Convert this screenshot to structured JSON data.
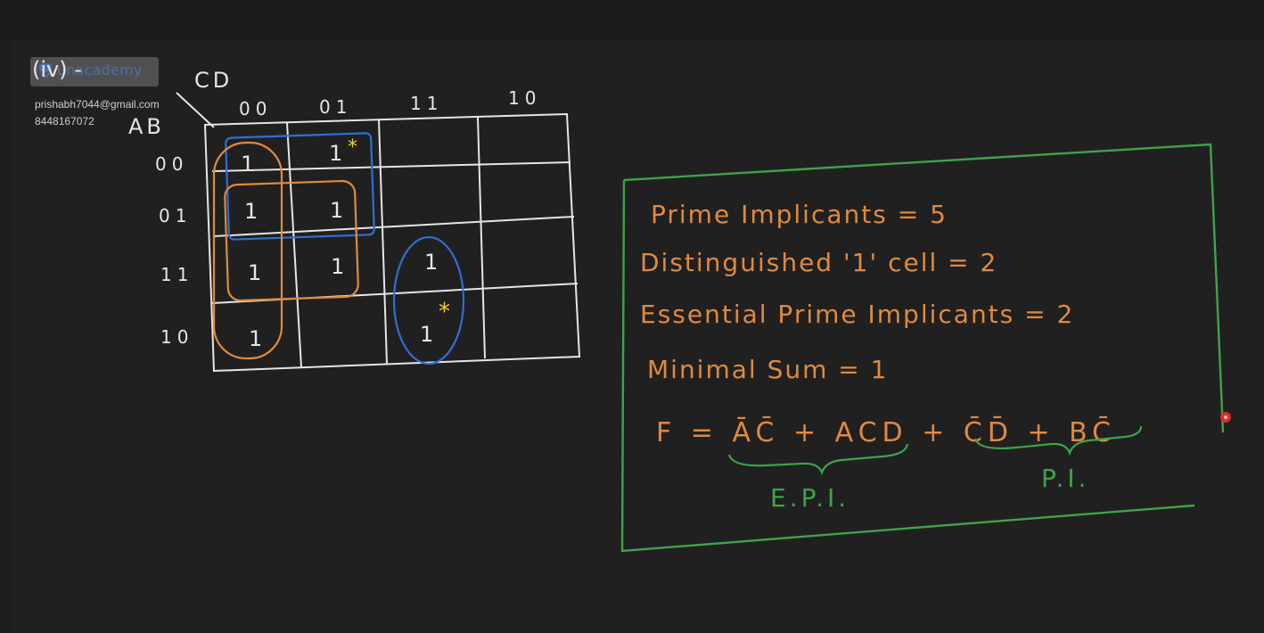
{
  "watermark": {
    "logo": "unacademy-logo",
    "text": "unacademy"
  },
  "user": {
    "email": "prishabh7044@gmail.com",
    "phone": "8448167072"
  },
  "kmap": {
    "part_label": "(iv) -",
    "row_var": "AB",
    "col_var": "CD",
    "col_headers": [
      "00",
      "01",
      "11",
      "10"
    ],
    "row_headers": [
      "00",
      "01",
      "11",
      "10"
    ],
    "cells": [
      [
        "1",
        "1",
        "",
        ""
      ],
      [
        "1",
        "1",
        "",
        ""
      ],
      [
        "1",
        "1",
        "1",
        ""
      ],
      [
        "1",
        "",
        "1",
        ""
      ]
    ],
    "distinguished_mark": "*"
  },
  "notes": {
    "prime_implicants": "Prime Implicants = 5",
    "distinguished_cells": "Distinguished '1' cell = 2",
    "essential_prime_implicants": "Essential Prime Implicants = 2",
    "minimal_sum": "Minimal Sum = 1",
    "function": "F = ĀC̄ + ACD + C̄D̄ + BC̄",
    "epi_label": "E.P.I.",
    "pi_label": "P.I."
  },
  "colors": {
    "background": "#1e1e1f",
    "chalk": "#e6e6e6",
    "orange": "#e08a3c",
    "blue": "#2f6fd6",
    "green": "#3fa34a",
    "yellow": "#f2d12a",
    "pointer": "#e02b2b"
  }
}
